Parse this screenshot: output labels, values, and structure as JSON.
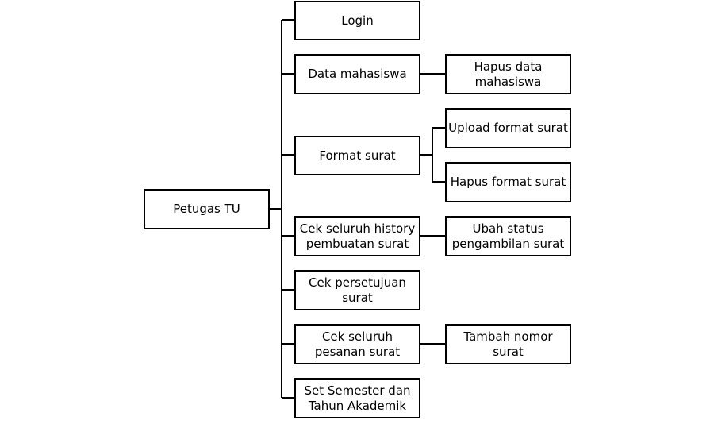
{
  "diagram": {
    "colors": {
      "line": "#000000",
      "box_border": "#000000",
      "box_fill": "#ffffff",
      "text": "#000000"
    },
    "root": {
      "label": "Petugas TU"
    },
    "children": [
      {
        "label": "Login"
      },
      {
        "label": "Data mahasiswa",
        "children": [
          {
            "label": "Hapus data\nmahasiswa"
          }
        ]
      },
      {
        "label": "Format surat",
        "children": [
          {
            "label": "Upload format surat"
          },
          {
            "label": "Hapus format surat"
          }
        ]
      },
      {
        "label": "Cek seluruh history\npembuatan surat",
        "children": [
          {
            "label": "Ubah status\npengambilan surat"
          }
        ]
      },
      {
        "label": "Cek persetujuan\nsurat"
      },
      {
        "label": "Cek seluruh\npesanan surat",
        "children": [
          {
            "label": "Tambah nomor\nsurat"
          }
        ]
      },
      {
        "label": "Set Semester dan\nTahun Akademik"
      }
    ]
  }
}
